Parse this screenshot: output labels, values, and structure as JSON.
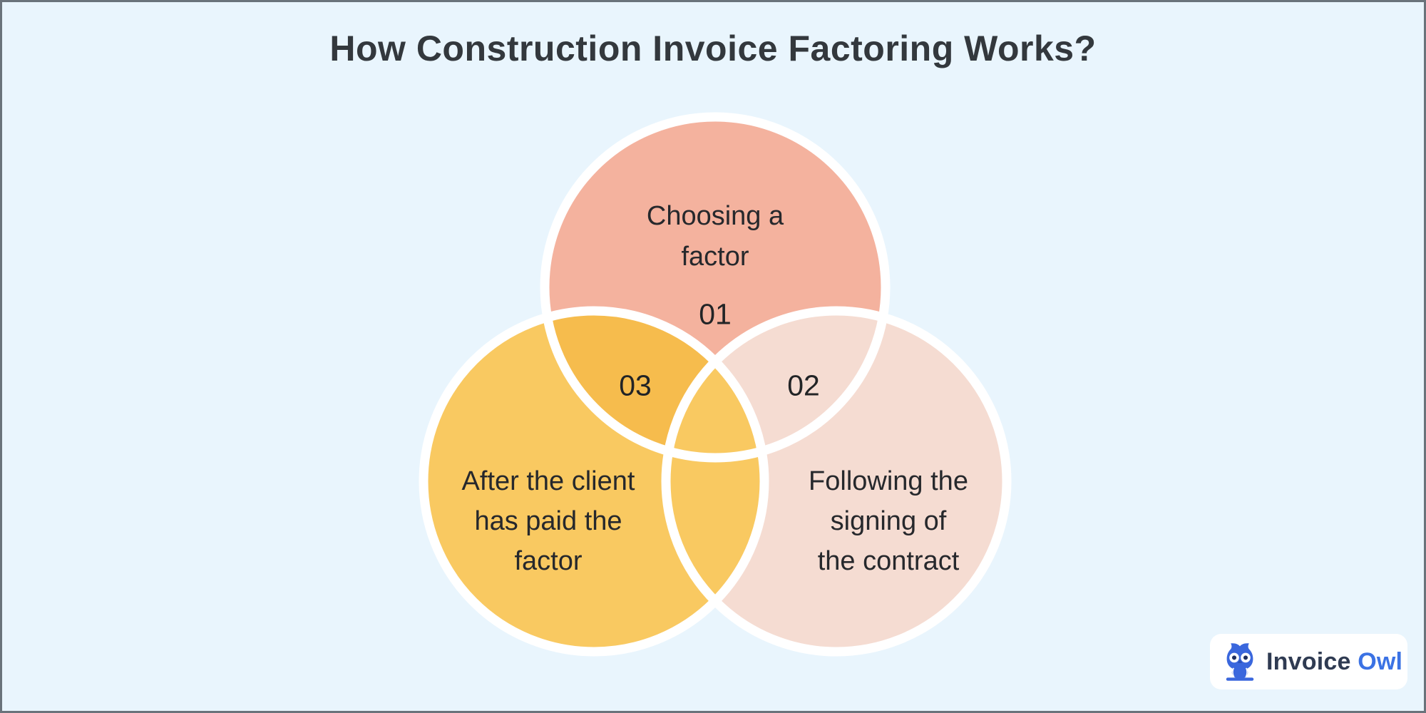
{
  "meta": {
    "background_color": "#E9F5FD",
    "frame_border_color": "#6A737B",
    "title_color": "#33383D",
    "text_color": "#26282C"
  },
  "title": "How Construction Invoice Factoring Works?",
  "venn": {
    "outline_color": "#FFFFFF",
    "top_circle": {
      "number": "01",
      "lines": [
        "Choosing a",
        "factor"
      ],
      "fill": "#F4B29E"
    },
    "right_circle": {
      "number": "02",
      "lines": [
        "Following the",
        "signing of",
        "the contract"
      ],
      "fill": "#F5DCD2"
    },
    "left_circle": {
      "number": "03",
      "lines": [
        "After the client",
        "has paid the",
        "factor"
      ],
      "fill": "#F9C961"
    },
    "overlap_top_left_fill": "#F6BC4D",
    "overlap_center_fill": "#F9C961"
  },
  "logo": {
    "brand_word_1": "Invoice",
    "brand_word_2": "Owl",
    "word1_color": "#2F3B52",
    "word2_color": "#3B72E4",
    "owl_color": "#3A67DD",
    "owl_pupil_color": "#1E2D5E",
    "owl_beak_color": "#2B51B8",
    "card_color": "#FFFFFF"
  }
}
